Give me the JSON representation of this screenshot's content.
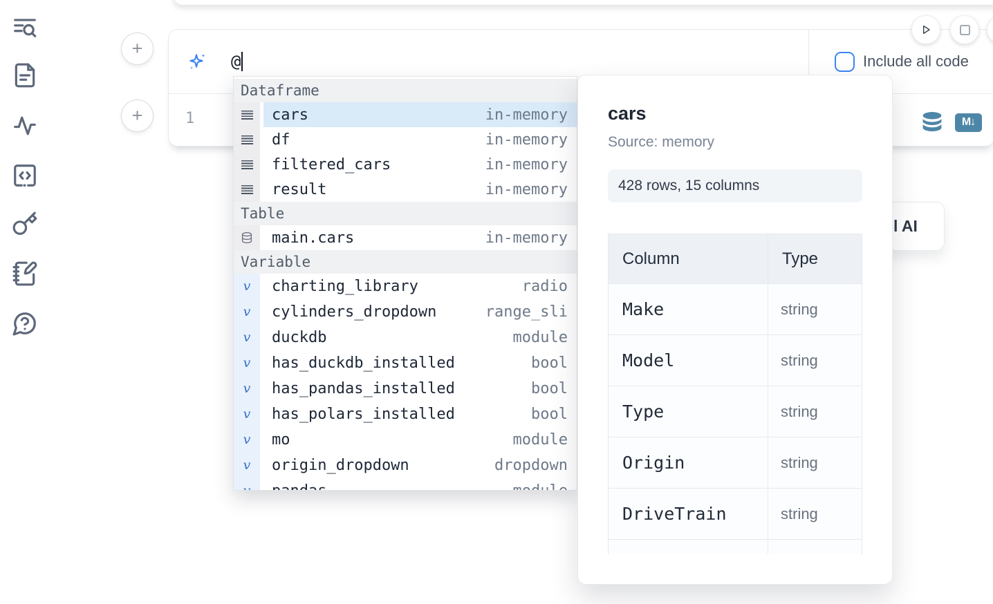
{
  "colors": {
    "accent_blue": "#3b82f6",
    "selection_blue": "#d9eaf9",
    "steel_blue": "#4e86a8"
  },
  "icons": {
    "add_glyph": "+",
    "markdown_badge": "M↓",
    "variable_glyph": "v"
  },
  "ai_prompt": {
    "value": "@",
    "include_all_code_label": "Include all code"
  },
  "editor": {
    "line_number": "1"
  },
  "autocomplete": {
    "sections": [
      {
        "label": "Dataframe",
        "icon": "rows",
        "items": [
          {
            "name": "cars",
            "type": "in-memory",
            "selected": true
          },
          {
            "name": "df",
            "type": "in-memory"
          },
          {
            "name": "filtered_cars",
            "type": "in-memory"
          },
          {
            "name": "result",
            "type": "in-memory"
          }
        ]
      },
      {
        "label": "Table",
        "icon": "database",
        "items": [
          {
            "name": "main.cars",
            "type": "in-memory"
          }
        ]
      },
      {
        "label": "Variable",
        "icon": "variable",
        "items": [
          {
            "name": "charting_library",
            "type": "radio"
          },
          {
            "name": "cylinders_dropdown",
            "type": "range_sli"
          },
          {
            "name": "duckdb",
            "type": "module"
          },
          {
            "name": "has_duckdb_installed",
            "type": "bool"
          },
          {
            "name": "has_pandas_installed",
            "type": "bool"
          },
          {
            "name": "has_polars_installed",
            "type": "bool"
          },
          {
            "name": "mo",
            "type": "module"
          },
          {
            "name": "origin_dropdown",
            "type": "dropdown"
          },
          {
            "name": "pandas",
            "type": "module",
            "clipped": true
          }
        ]
      }
    ]
  },
  "preview": {
    "title": "cars",
    "source": "Source: memory",
    "shape": "428 rows, 15 columns",
    "table": {
      "headers": [
        "Column",
        "Type"
      ],
      "rows": [
        [
          "Make",
          "string"
        ],
        [
          "Model",
          "string"
        ],
        [
          "Type",
          "string"
        ],
        [
          "Origin",
          "string"
        ],
        [
          "DriveTrain",
          "string"
        ]
      ]
    }
  },
  "ai_button": {
    "visible_label": "l AI"
  }
}
